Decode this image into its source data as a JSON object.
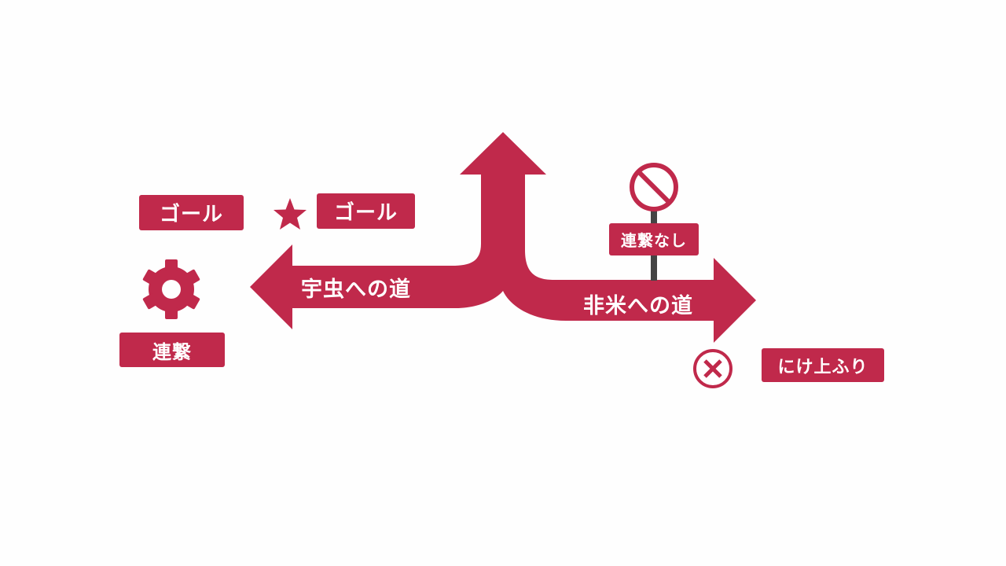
{
  "colors": {
    "accent": "#c0294b",
    "pole": "#444444",
    "background": "#fefefe",
    "text": "#ffffff"
  },
  "labels": {
    "goal_left": "ゴール",
    "goal_right": "ゴール",
    "renkei": "連繋",
    "renkei_nashi": "連繋なし",
    "nigeagari": "にけ上ふり"
  },
  "arrows": {
    "left_text": "宇虫への道",
    "right_text": "非米への道"
  },
  "icons": {
    "star": "star-icon",
    "gear": "gear-icon",
    "prohibited": "no-entry-sign-icon",
    "cross": "x-circle-icon"
  }
}
